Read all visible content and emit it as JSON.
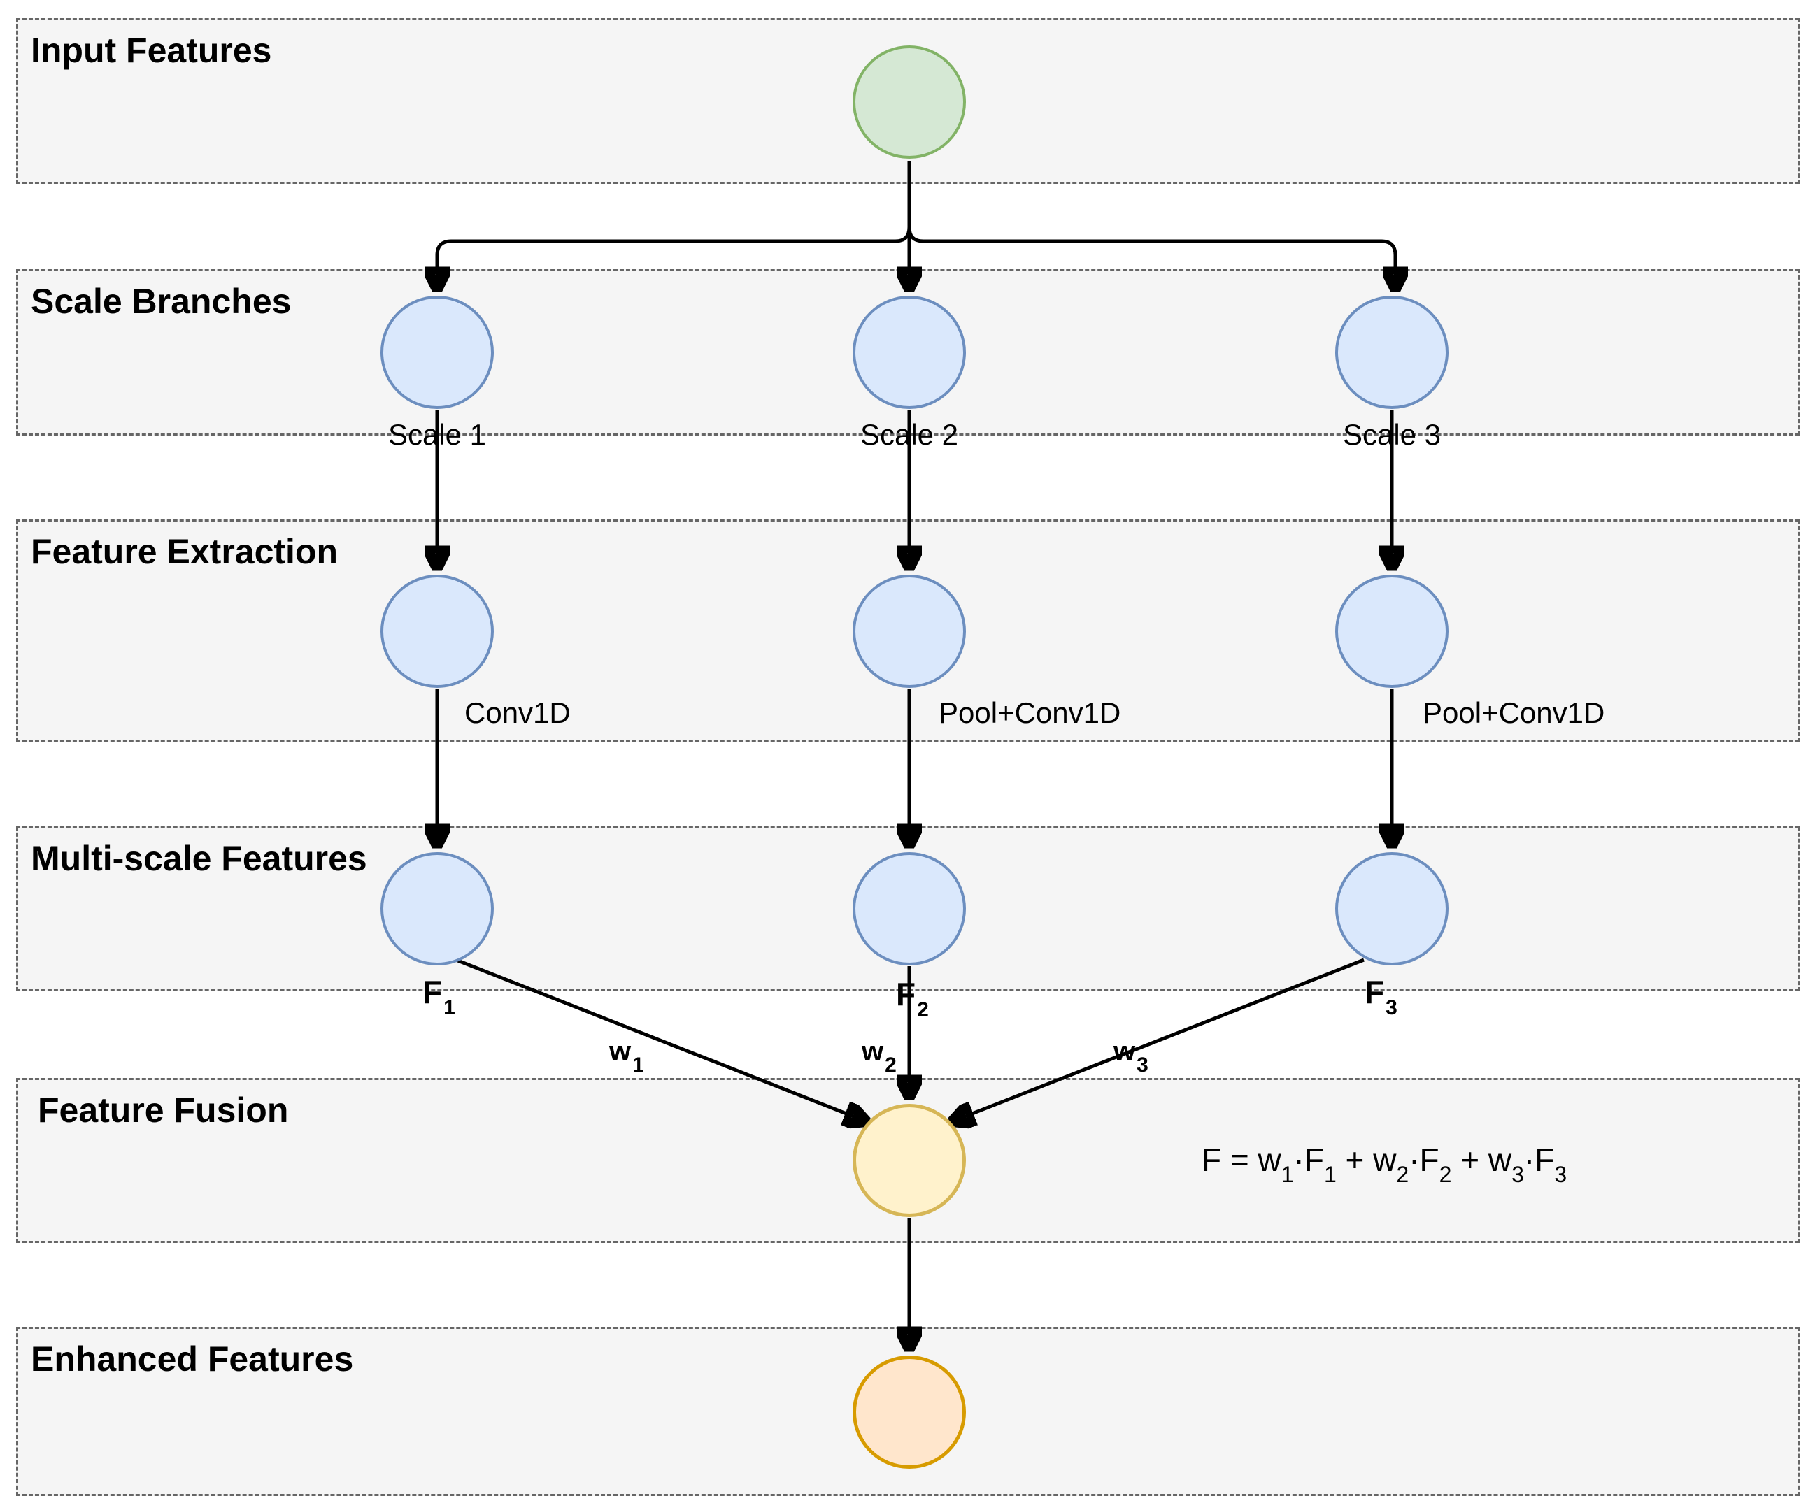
{
  "bands": [
    {
      "label": "Input Features"
    },
    {
      "label": "Scale Branches"
    },
    {
      "label": "Feature Extraction"
    },
    {
      "label": "Multi-scale Features"
    },
    {
      "label": "Feature Fusion"
    },
    {
      "label": "Enhanced Features"
    }
  ],
  "scale_labels": {
    "s1": "Scale 1",
    "s2": "Scale 2",
    "s3": "Scale 3"
  },
  "op_labels": {
    "op1": "Conv1D",
    "op2": "Pool+Conv1D",
    "op3": "Pool+Conv1D"
  },
  "feature_labels": {
    "f1_base": "F",
    "f1_sub": "1",
    "f2_base": "F",
    "f2_sub": "2",
    "f3_base": "F",
    "f3_sub": "3"
  },
  "weight_labels": {
    "w1_base": "w",
    "w1_sub": "1",
    "w2_base": "w",
    "w2_sub": "2",
    "w3_base": "w",
    "w3_sub": "3"
  },
  "formula": {
    "p1": "F = w",
    "s1": "1",
    "p2": "·F",
    "s2": "1",
    "p3": " + w",
    "s3": "2",
    "p4": "·F",
    "s4": "2",
    "p5": " + w",
    "s5": "3",
    "p6": "·F",
    "s6": "3"
  },
  "colors": {
    "input_node_fill": "#d5e8d4",
    "input_node_stroke": "#82b366",
    "branch_node_fill": "#dae8fc",
    "branch_node_stroke": "#6c8ebf",
    "fusion_node_fill": "#fff2cc",
    "fusion_node_stroke": "#d6b656",
    "output_node_fill": "#ffe6cc",
    "output_node_stroke": "#d79b00",
    "band_fill": "#f5f5f5",
    "band_border": "#666666",
    "arrow": "#000000"
  }
}
